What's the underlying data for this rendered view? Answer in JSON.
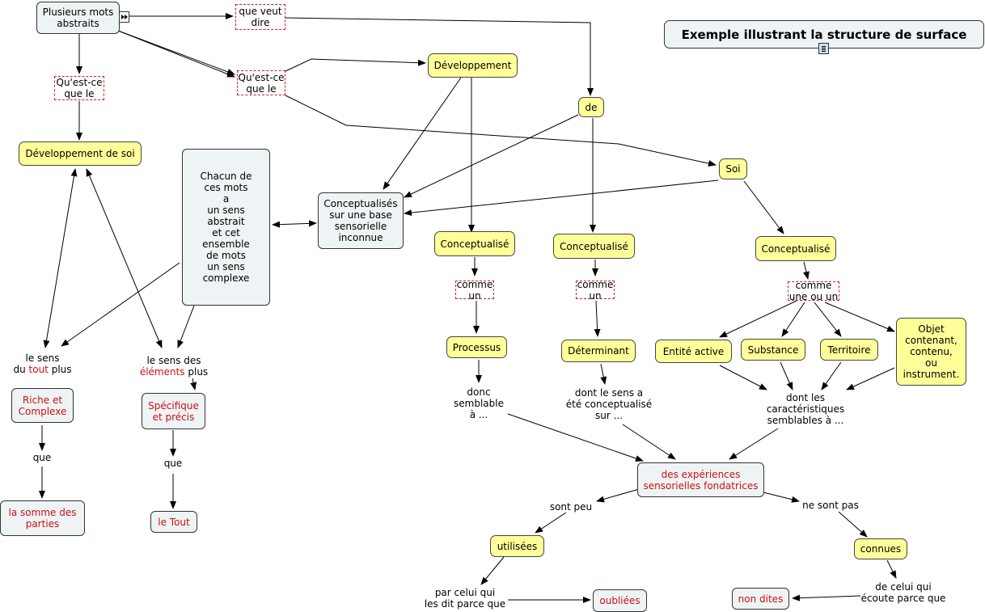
{
  "title": "Exemple illustrant la structure de surface",
  "nodes": {
    "plusieurs": "Plusieurs mots\nabstraits",
    "que_veut": "que veut\ndire",
    "quest_left": "Qu'est-ce\nque le",
    "quest_mid": "Qu'est-ce\nque le",
    "dev_soi": "Développement de soi",
    "developpement": "Développement",
    "de": "de",
    "soi": "Soi",
    "chacun": "Chacun de\nces mots\na\nun sens\nabstrait\net cet\nensemble\nde mots\nun sens\ncomplexe",
    "conceptualises": "Conceptualisés\nsur une base\nsensorielle\ninconnue",
    "conc1": "Conceptualisé",
    "conc2": "Conceptualisé",
    "conc3": "Conceptualisé",
    "comme_un1": "comme\nun",
    "comme_un2": "comme\nun",
    "comme_une": "comme\nune ou un",
    "processus": "Processus",
    "determinant": "Déterminant",
    "entite": "Entité active",
    "substance": "Substance",
    "territoire": "Territoire",
    "objet": "Objet\ncontenant,\ncontenu,\nou\ninstrument.",
    "donc": "donc\nsemblable\nà ...",
    "dont_sens": "dont le sens a\nété conceptualisé\nsur ...",
    "dont_carac": "dont les\ncaractéristiques\nsemblables à ...",
    "sens_tout_a": "le sens",
    "sens_tout_b": "du ",
    "sens_tout_red": "tout",
    "sens_tout_c": " plus",
    "sens_elem_a": "le sens des",
    "sens_elem_red": "éléments",
    "sens_elem_c": " plus",
    "riche": "Riche et\nComplexe",
    "specifique": "Spécifique\net précis",
    "que1": "que",
    "que2": "que",
    "somme": "la somme des\nparties",
    "le_tout": "le Tout",
    "experiences": "des expériences\nsensorielles fondatrices",
    "sont_peu": "sont peu",
    "ne_sont_pas": "ne sont pas",
    "utilisees": "utilisées",
    "connues": "connues",
    "par_celui": "par celui qui\nles dit parce que",
    "oubliees": "oubliées",
    "de_celui": "de celui qui\nécoute parce que",
    "non_dites": "non dites"
  },
  "icons": [
    "expand-icon",
    "document-icon"
  ],
  "colors": {
    "concept_gray": "#eef3f5",
    "concept_yellow": "#ffff99",
    "linking_border": "#cc2222",
    "emphasis_text": "#cc1111"
  }
}
